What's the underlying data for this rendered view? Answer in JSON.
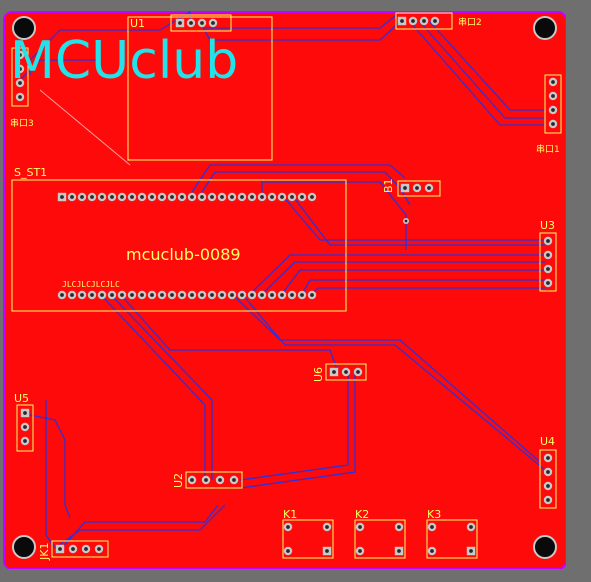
{
  "colors": {
    "board": "#ff0a0a",
    "background": "#6f6f6f",
    "outline": "#c800ff",
    "trace": "#3030d8",
    "silkscreen": "#ffff66",
    "logo": "#22e3ea",
    "copper": "#c9c9c9",
    "hole": "#0a0a0a"
  },
  "logo": "MCUclub",
  "board_name": "mcuclub-0089",
  "components": {
    "u1": "U1",
    "s_st1": "S_ST1",
    "b1": "B1",
    "u3": "U3",
    "u4": "U4",
    "u5": "U5",
    "u6": "U6",
    "u2": "U2",
    "k1": "K1",
    "k2": "K2",
    "k3": "K3",
    "jk1": "JK1",
    "port2": "串口2",
    "port3": "串口3",
    "port1": "串口1"
  },
  "lcd_pins_label": "JLCJLCJLCJLC"
}
